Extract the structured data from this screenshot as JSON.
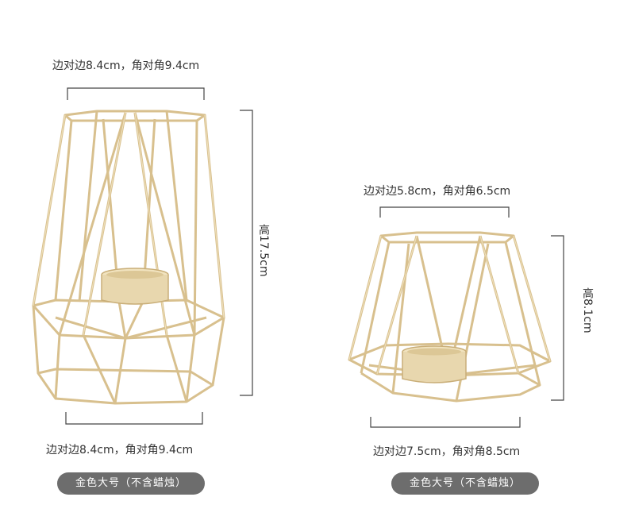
{
  "large": {
    "top_dim": "边对边8.4cm，角对角9.4cm",
    "height_dim": "高17.5cm",
    "bottom_dim": "边对边8.4cm，角对角9.4cm",
    "badge": "金色大号（不含蜡烛）"
  },
  "small": {
    "top_dim": "边对边5.8cm，角对角6.5cm",
    "height_dim": "高8.1cm",
    "bottom_dim": "边对边7.5cm，角对角8.5cm",
    "badge": "金色大号（不含蜡烛）"
  },
  "colors": {
    "gold_wire": "#d8c08e",
    "gold_highlight": "#f3e6c4",
    "candle_cup": "#e8d7ae",
    "badge_bg": "#6d6d6d"
  }
}
